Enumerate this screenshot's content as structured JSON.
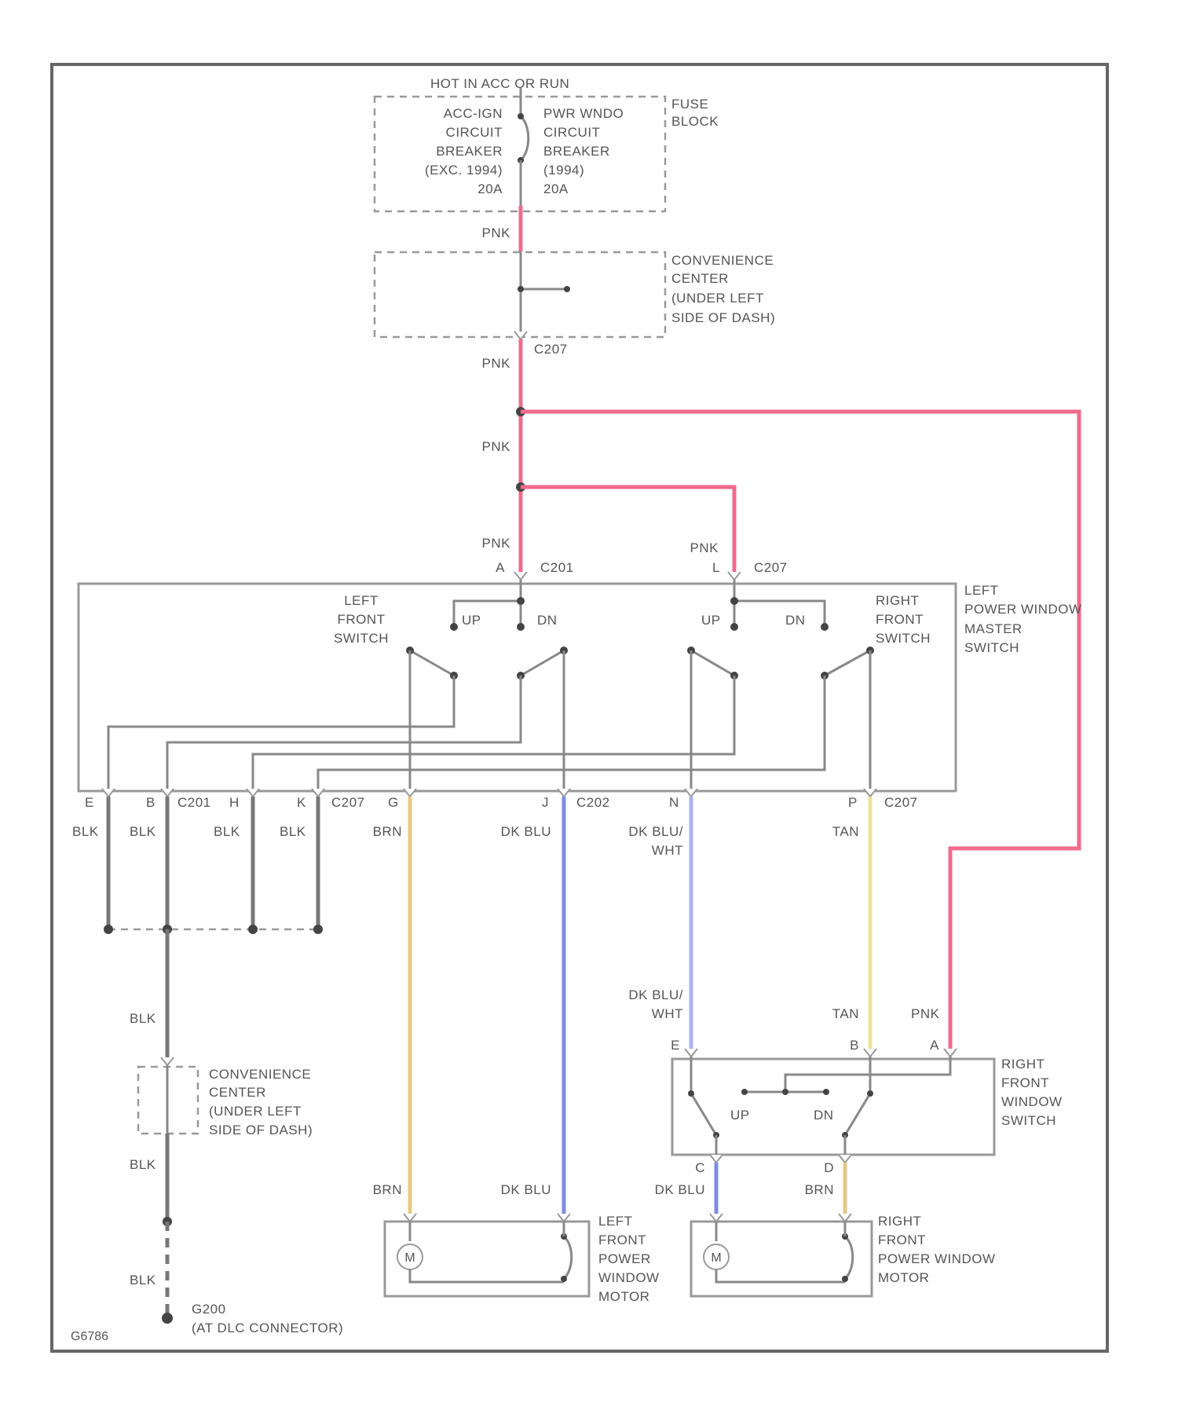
{
  "colors": {
    "pnk": "#f06a8c",
    "blk": "#777777",
    "brn": "#e6c887",
    "dkblu": "#7d8ee0",
    "dkbluwht": "#aab4ee",
    "tan": "#ece39a",
    "frame": "#666666"
  },
  "labels": {
    "hot": "HOT IN ACC OR RUN",
    "fuse_block": [
      "FUSE",
      "BLOCK"
    ],
    "acc_ign": [
      "ACC-IGN",
      "CIRCUIT",
      "BREAKER",
      "(EXC. 1994)",
      "20A"
    ],
    "pwr_wndo": [
      "PWR WNDO",
      "CIRCUIT",
      "BREAKER",
      "(1994)",
      "20A"
    ],
    "conv_center_top": [
      "CONVENIENCE",
      "CENTER",
      "(UNDER LEFT",
      "SIDE OF DASH)"
    ],
    "c207_a": "C207",
    "c201_a": "C201",
    "c207_b": "C207",
    "c201_b": "C201",
    "c202": "C202",
    "c207_c": "C207",
    "pin_a": "A",
    "pin_l": "L",
    "left_front_switch": [
      "LEFT",
      "FRONT",
      "SWITCH"
    ],
    "right_front_switch": [
      "RIGHT",
      "FRONT",
      "SWITCH"
    ],
    "master_switch": [
      "LEFT",
      "POWER WINDOW",
      "MASTER",
      "SWITCH"
    ],
    "up": "UP",
    "dn": "DN",
    "bottom_pins": [
      "E",
      "B",
      "H",
      "K",
      "G",
      "J",
      "N",
      "P"
    ],
    "pnk": "PNK",
    "blk": "BLK",
    "brn": "BRN",
    "dkblu": "DK BLU",
    "dkbluwht": [
      "DK BLU/",
      "WHT"
    ],
    "tan": "TAN",
    "conv_center_bottom": [
      "CONVENIENCE",
      "CENTER",
      "(UNDER LEFT",
      "SIDE OF DASH)"
    ],
    "rf_switch": [
      "RIGHT",
      "FRONT",
      "WINDOW",
      "SWITCH"
    ],
    "rf_pins_top": [
      "E",
      "B",
      "A"
    ],
    "rf_pins_bottom": [
      "C",
      "D"
    ],
    "left_motor": [
      "LEFT",
      "FRONT",
      "POWER",
      "WINDOW",
      "MOTOR"
    ],
    "right_motor": [
      "RIGHT",
      "FRONT",
      "POWER WINDOW",
      "MOTOR"
    ],
    "motor_m": "M",
    "g200": "G200",
    "g200_note": "(AT DLC CONNECTOR)",
    "figure_code": "G6786"
  }
}
